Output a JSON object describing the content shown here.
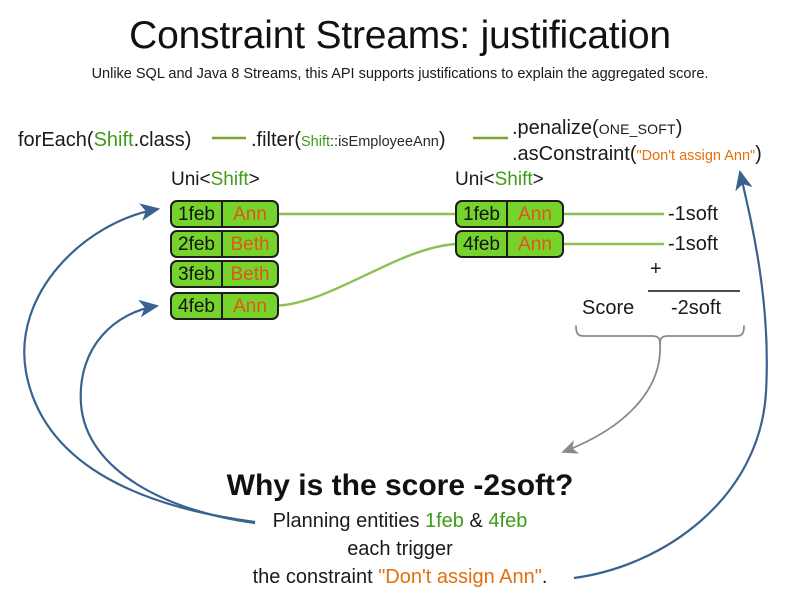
{
  "header": {
    "title": "Constraint Streams: justification",
    "subtitle": "Unlike SQL and Java 8 Streams, this API supports justifications to explain the aggregated score."
  },
  "code": {
    "foreach_prefix": "forEach(",
    "foreach_type": "Shift",
    "foreach_suffix": ".class)",
    "filter_prefix": ".filter(",
    "filter_type": "Shift",
    "filter_method": "::isEmployeeAnn",
    "filter_suffix": ")",
    "penalize_prefix": ".penalize(",
    "penalize_arg": "ONE_SOFT",
    "penalize_suffix": ")",
    "asconstraint_prefix": ".asConstraint(",
    "asconstraint_arg": "\"Don't assign Ann\"",
    "asconstraint_suffix": ")"
  },
  "streams": {
    "left": {
      "label_prefix": "Uni<",
      "label_type": "Shift",
      "label_suffix": ">",
      "rows": [
        {
          "date": "1feb",
          "name": "Ann"
        },
        {
          "date": "2feb",
          "name": "Beth"
        },
        {
          "date": "3feb",
          "name": "Beth"
        },
        {
          "date": "4feb",
          "name": "Ann"
        }
      ]
    },
    "right": {
      "label_prefix": "Uni<",
      "label_type": "Shift",
      "label_suffix": ">",
      "rows": [
        {
          "date": "1feb",
          "name": "Ann"
        },
        {
          "date": "4feb",
          "name": "Ann"
        }
      ]
    }
  },
  "score": {
    "penalty_1": "-1soft",
    "penalty_2": "-1soft",
    "plus": "+",
    "label": "Score",
    "total": "-2soft"
  },
  "explanation": {
    "heading": "Why is the score -2soft?",
    "line1_prefix": "Planning entities ",
    "line1_entity_a": "1feb",
    "line1_amp": " & ",
    "line1_entity_b": "4feb",
    "line2": "each trigger",
    "line3_prefix": "the constraint ",
    "line3_constraint": "\"Don't assign Ann\"",
    "line3_suffix": "."
  },
  "colors": {
    "chip_fill": "#76d32b",
    "chip_border": "#1d1d1d",
    "entity_green": "#3f9c19",
    "name_orange": "#e2551b",
    "constraint_orange": "#e2700c",
    "connector_green": "#8cc152",
    "justification_blue": "#39628f",
    "brace_gray": "#8a8a8a"
  }
}
